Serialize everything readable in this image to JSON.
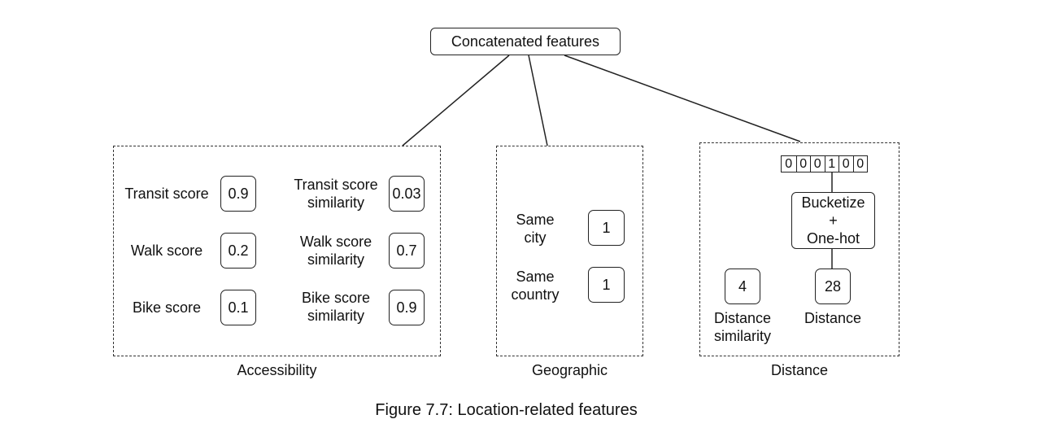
{
  "root": {
    "label": "Concatenated features"
  },
  "groups": {
    "accessibility": {
      "title": "Accessibility",
      "rows": [
        {
          "label": "Transit score",
          "value": "0.9",
          "sim_label_1": "Transit score",
          "sim_label_2": "similarity",
          "sim_value": "0.03"
        },
        {
          "label": "Walk score",
          "value": "0.2",
          "sim_label_1": "Walk score",
          "sim_label_2": "similarity",
          "sim_value": "0.7"
        },
        {
          "label": "Bike score",
          "value": "0.1",
          "sim_label_1": "Bike score",
          "sim_label_2": "similarity",
          "sim_value": "0.9"
        }
      ]
    },
    "geographic": {
      "title": "Geographic",
      "rows": [
        {
          "label_1": "Same",
          "label_2": "city",
          "value": "1"
        },
        {
          "label_1": "Same",
          "label_2": "country",
          "value": "1"
        }
      ]
    },
    "distance": {
      "title": "Distance",
      "onehot": [
        "0",
        "0",
        "0",
        "1",
        "0",
        "0"
      ],
      "bucketize": {
        "line1": "Bucketize",
        "line2": "+",
        "line3": "One-hot"
      },
      "distance_value": "28",
      "distance_label": "Distance",
      "similarity_value": "4",
      "similarity_label_1": "Distance",
      "similarity_label_2": "similarity"
    }
  },
  "caption": "Figure 7.7: Location-related features"
}
